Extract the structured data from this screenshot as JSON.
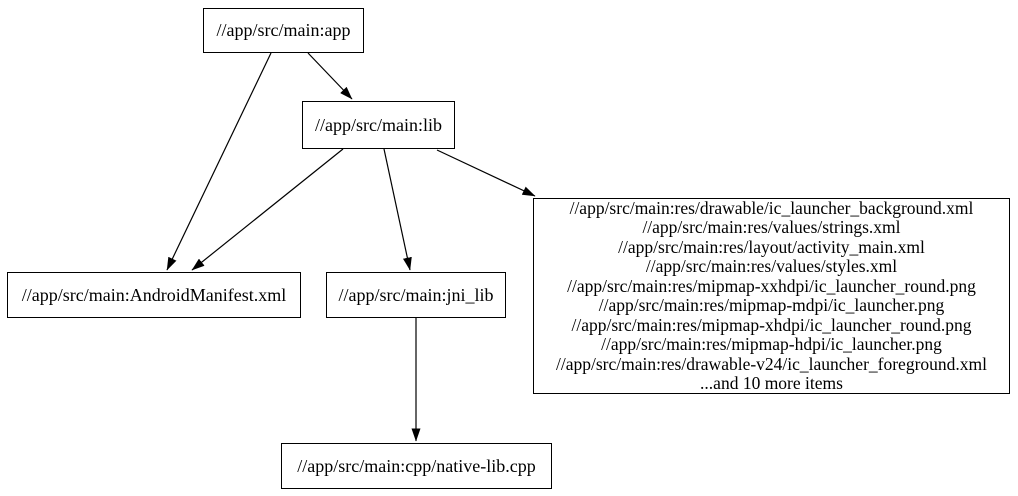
{
  "graph": {
    "type": "directed-dependency-graph",
    "background_color": "#ffffff",
    "node_border_color": "#000000",
    "edge_color": "#000000",
    "text_color": "#000000",
    "nodes": {
      "app": {
        "label": "//app/src/main:app"
      },
      "lib": {
        "label": "//app/src/main:lib"
      },
      "manifest": {
        "label": "//app/src/main:AndroidManifest.xml"
      },
      "jni_lib": {
        "label": "//app/src/main:jni_lib"
      },
      "res_group": {
        "lines": [
          "//app/src/main:res/drawable/ic_launcher_background.xml",
          "//app/src/main:res/values/strings.xml",
          "//app/src/main:res/layout/activity_main.xml",
          "//app/src/main:res/values/styles.xml",
          "//app/src/main:res/mipmap-xxhdpi/ic_launcher_round.png",
          "//app/src/main:res/mipmap-mdpi/ic_launcher.png",
          "//app/src/main:res/mipmap-xhdpi/ic_launcher_round.png",
          "//app/src/main:res/mipmap-hdpi/ic_launcher.png",
          "//app/src/main:res/drawable-v24/ic_launcher_foreground.xml",
          "...and 10 more items"
        ]
      },
      "native_lib": {
        "label": "//app/src/main:cpp/native-lib.cpp"
      }
    },
    "edges": [
      {
        "from": "app",
        "to": "lib"
      },
      {
        "from": "app",
        "to": "manifest"
      },
      {
        "from": "lib",
        "to": "manifest"
      },
      {
        "from": "lib",
        "to": "jni_lib"
      },
      {
        "from": "lib",
        "to": "res_group"
      },
      {
        "from": "jni_lib",
        "to": "native_lib"
      }
    ]
  }
}
